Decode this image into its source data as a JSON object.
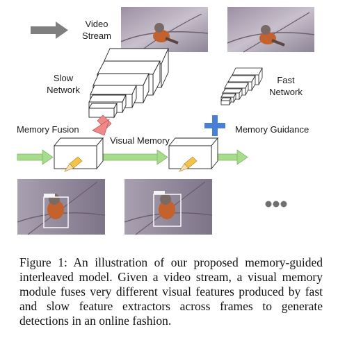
{
  "labels": {
    "video_stream": "Video\nStream",
    "slow_network": "Slow\nNetwork",
    "fast_network": "Fast\nNetwork",
    "memory_fusion": "Memory Fusion",
    "memory_guidance": "Memory Guidance",
    "visual_memory": "Visual Memory"
  },
  "caption": {
    "prefix": "Figure 1:",
    "text": "An illustration of our proposed memory-guided interleaved model. Given a video stream, a visual memory module fuses very different visual features produced by fast and slow feature extractors across frames to generate detections in an online fashion."
  },
  "colors": {
    "stream_arrow": "#7f7f7f",
    "fusion_arrow": "#f08a8a",
    "guidance_plus": "#4a7fd6",
    "memory_arrow": "#a6dc8c",
    "pencil": "#f3c34a"
  }
}
